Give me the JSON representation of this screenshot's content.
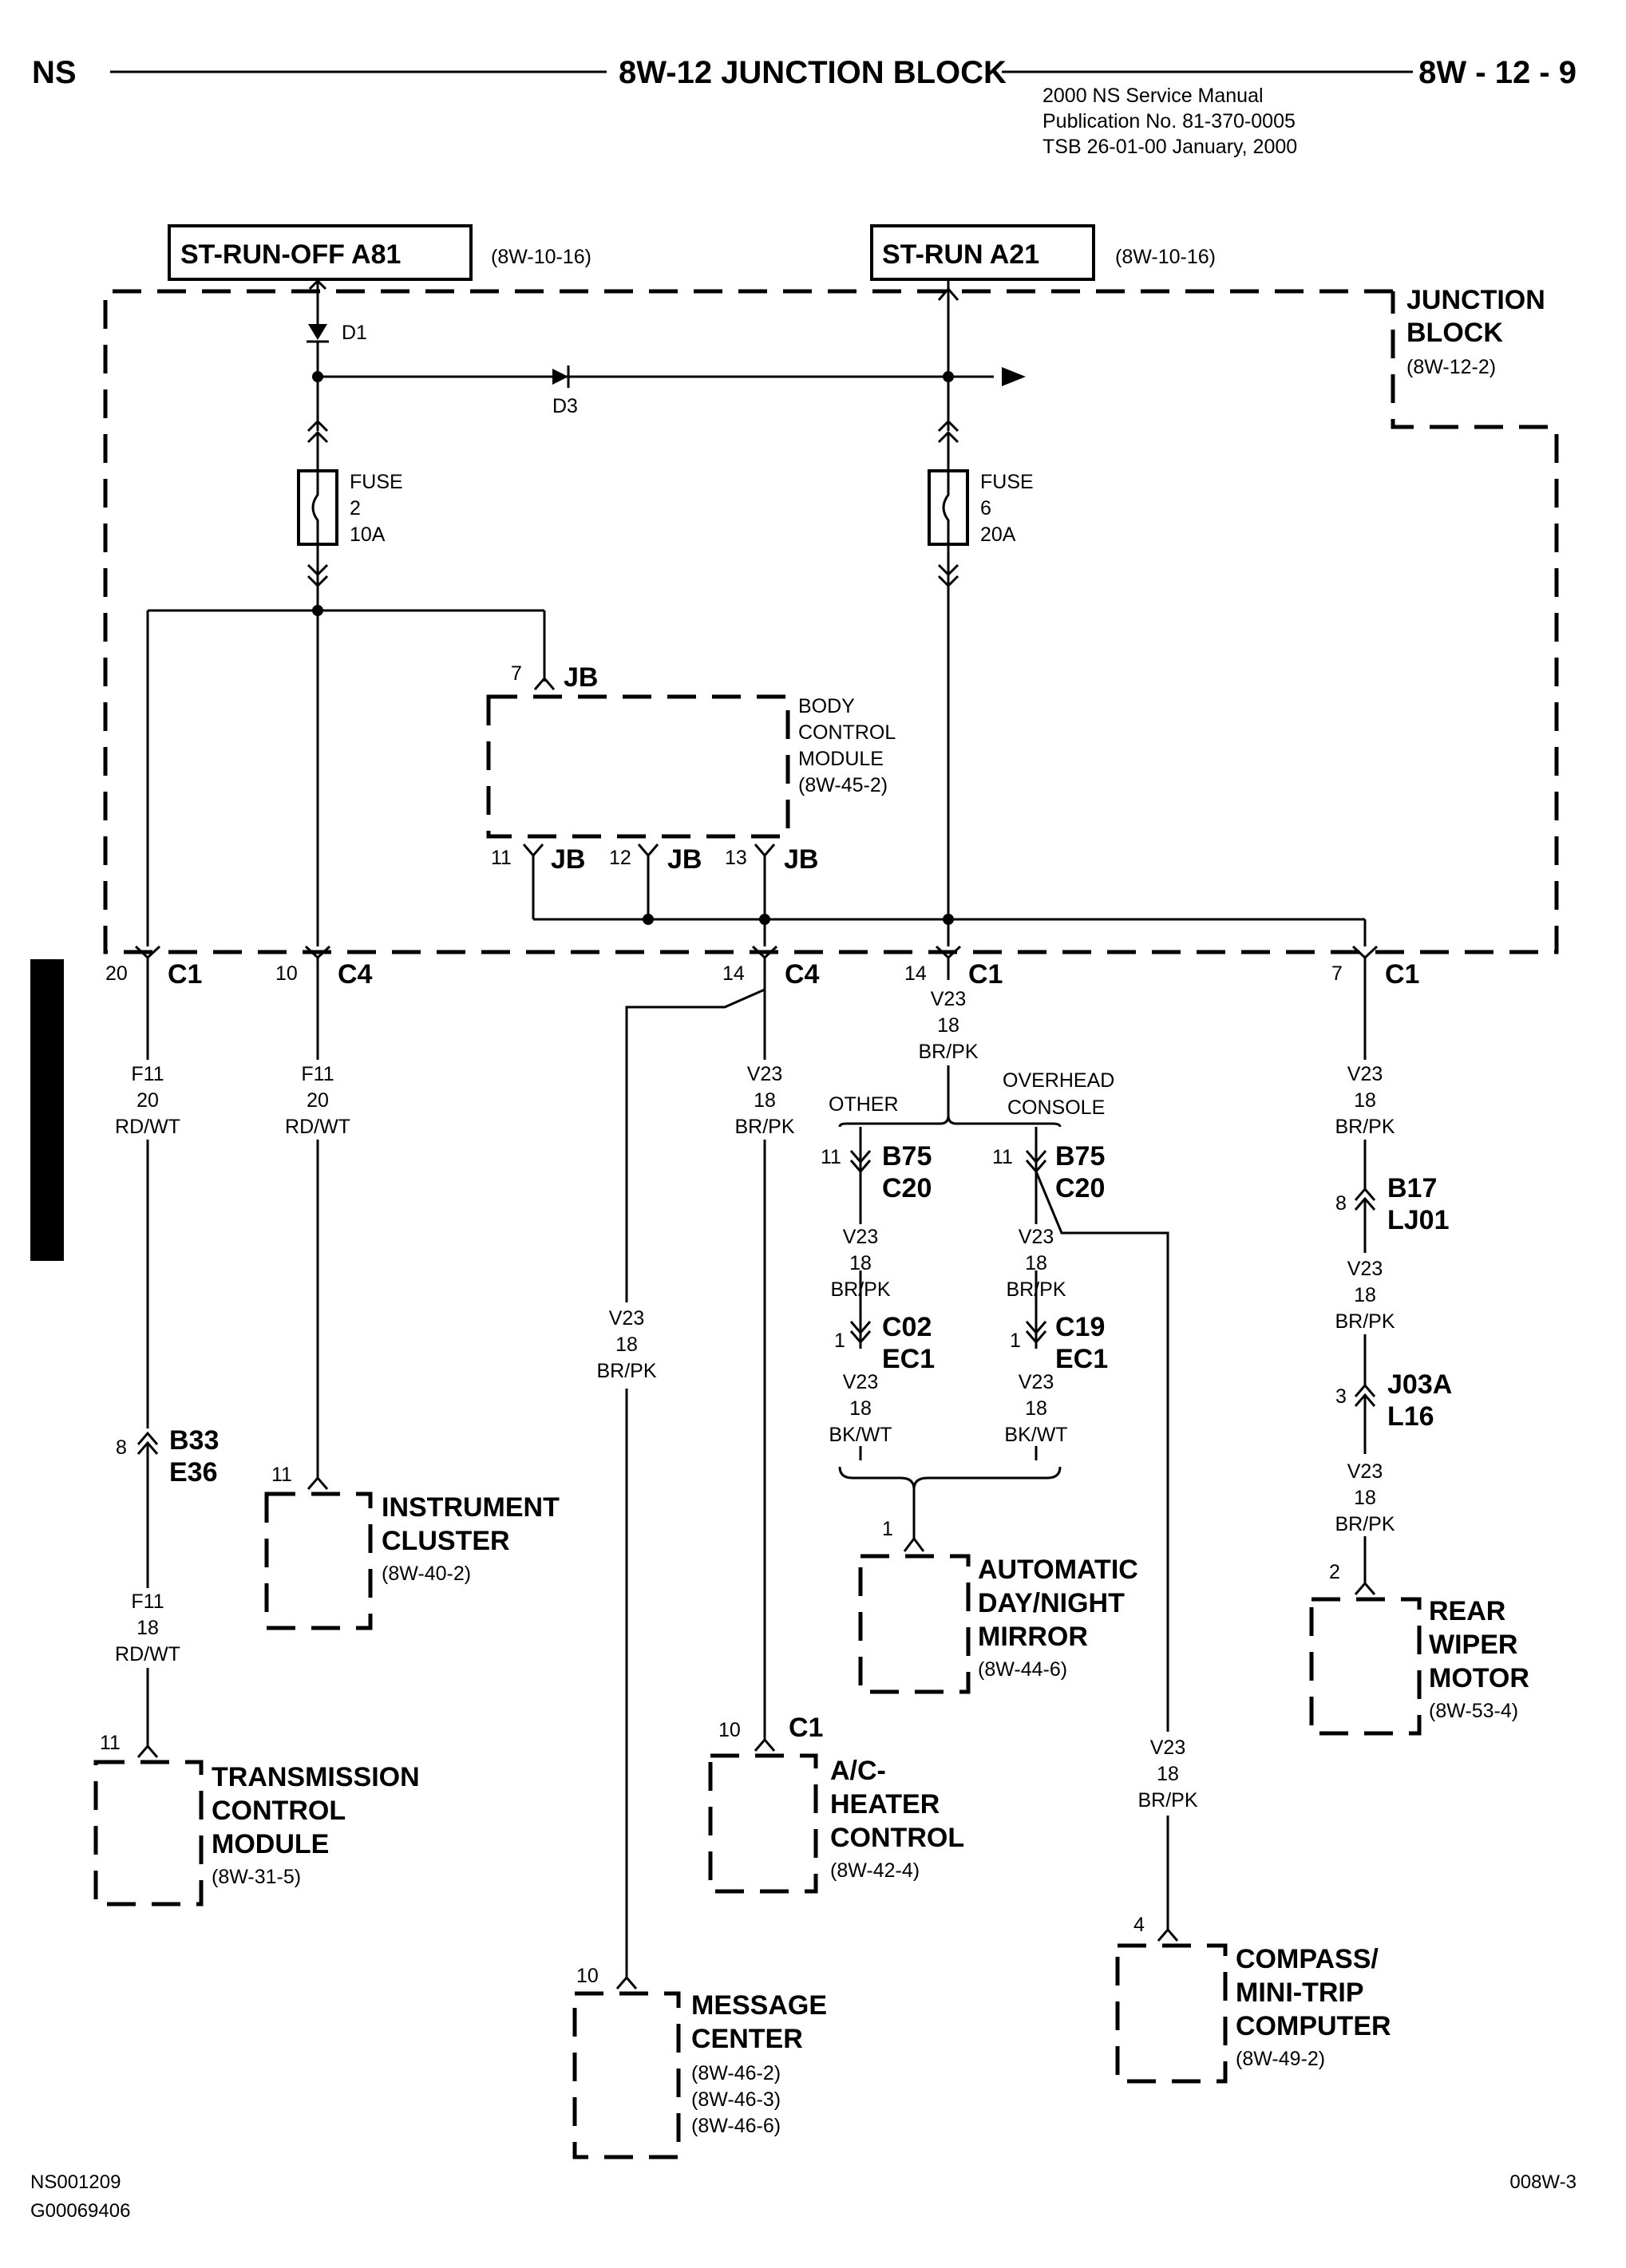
{
  "header": {
    "left": "NS",
    "title": "8W-12 JUNCTION BLOCK",
    "page": "8W - 12 - 9",
    "manual": "2000 NS Service Manual",
    "publication": "Publication No. 81-370-0005",
    "tsb": "TSB 26-01-00   January, 2000"
  },
  "sources": {
    "a81": {
      "label": "ST-RUN-OFF A81",
      "ref": "(8W-10-16)"
    },
    "a21": {
      "label": "ST-RUN A21",
      "ref": "(8W-10-16)"
    }
  },
  "junction_block": {
    "l1": "JUNCTION",
    "l2": "BLOCK",
    "ref": "(8W-12-2)"
  },
  "diodes": {
    "d1": "D1",
    "d3": "D3"
  },
  "fuse2": {
    "l1": "FUSE",
    "l2": "2",
    "l3": "10A"
  },
  "fuse6": {
    "l1": "FUSE",
    "l2": "6",
    "l3": "20A"
  },
  "bcm": {
    "l1": "BODY",
    "l2": "CONTROL",
    "l3": "MODULE",
    "ref": "(8W-45-2)",
    "in_pin": "7",
    "in_conn": "JB",
    "p11": "11",
    "p12": "12",
    "p13": "13",
    "conn": "JB"
  },
  "conns": {
    "c1a_pin": "20",
    "c1a": "C1",
    "c4a_pin": "10",
    "c4a": "C4",
    "c4b_pin": "14",
    "c4b": "C4",
    "c1b_pin": "14",
    "c1b": "C1",
    "c1c_pin": "7",
    "c1c": "C1"
  },
  "wires": {
    "f11_20": {
      "circuit": "F11",
      "gauge": "20",
      "color": "RD/WT"
    },
    "f11_18": {
      "circuit": "F11",
      "gauge": "18",
      "color": "RD/WT"
    },
    "v23": {
      "circuit": "V23",
      "gauge": "18",
      "color": "BR/PK"
    },
    "v23bk": {
      "circuit": "V23",
      "gauge": "18",
      "color": "BK/WT"
    }
  },
  "splits": {
    "other": "OTHER",
    "overhead1": "OVERHEAD",
    "overhead2": "CONSOLE"
  },
  "inline": {
    "b33": {
      "pin": "8",
      "l1": "B33",
      "l2": "E36"
    },
    "b75a": {
      "pin": "11",
      "l1": "B75",
      "l2": "C20"
    },
    "b75b": {
      "pin": "11",
      "l1": "B75",
      "l2": "C20"
    },
    "c02": {
      "pin": "1",
      "l1": "C02",
      "l2": "EC1"
    },
    "c19": {
      "pin": "1",
      "l1": "C19",
      "l2": "EC1"
    },
    "b17": {
      "pin": "8",
      "l1": "B17",
      "l2": "LJ01"
    },
    "j03a": {
      "pin": "3",
      "l1": "J03A",
      "l2": "L16"
    }
  },
  "modules": {
    "tcm": {
      "pin": "11",
      "l1": "TRANSMISSION",
      "l2": "CONTROL",
      "l3": "MODULE",
      "ref": "(8W-31-5)"
    },
    "ic": {
      "pin": "11",
      "l1": "INSTRUMENT",
      "l2": "CLUSTER",
      "ref": "(8W-40-2)"
    },
    "msg": {
      "pin": "10",
      "l1": "MESSAGE",
      "l2": "CENTER",
      "r1": "(8W-46-2)",
      "r2": "(8W-46-3)",
      "r3": "(8W-46-6)"
    },
    "ac": {
      "pin": "10",
      "conn": "C1",
      "l1": "A/C-",
      "l2": "HEATER",
      "l3": "CONTROL",
      "ref": "(8W-42-4)"
    },
    "mirror": {
      "pin": "1",
      "l1": "AUTOMATIC",
      "l2": "DAY/NIGHT",
      "l3": "MIRROR",
      "ref": "(8W-44-6)"
    },
    "compass": {
      "pin": "4",
      "l1": "COMPASS/",
      "l2": "MINI-TRIP",
      "l3": "COMPUTER",
      "ref": "(8W-49-2)"
    },
    "wiper": {
      "pin": "2",
      "l1": "REAR",
      "l2": "WIPER",
      "l3": "MOTOR",
      "ref": "(8W-53-4)"
    }
  },
  "footer": {
    "left1": "NS001209",
    "left2": "G00069406",
    "right": "008W-3"
  }
}
